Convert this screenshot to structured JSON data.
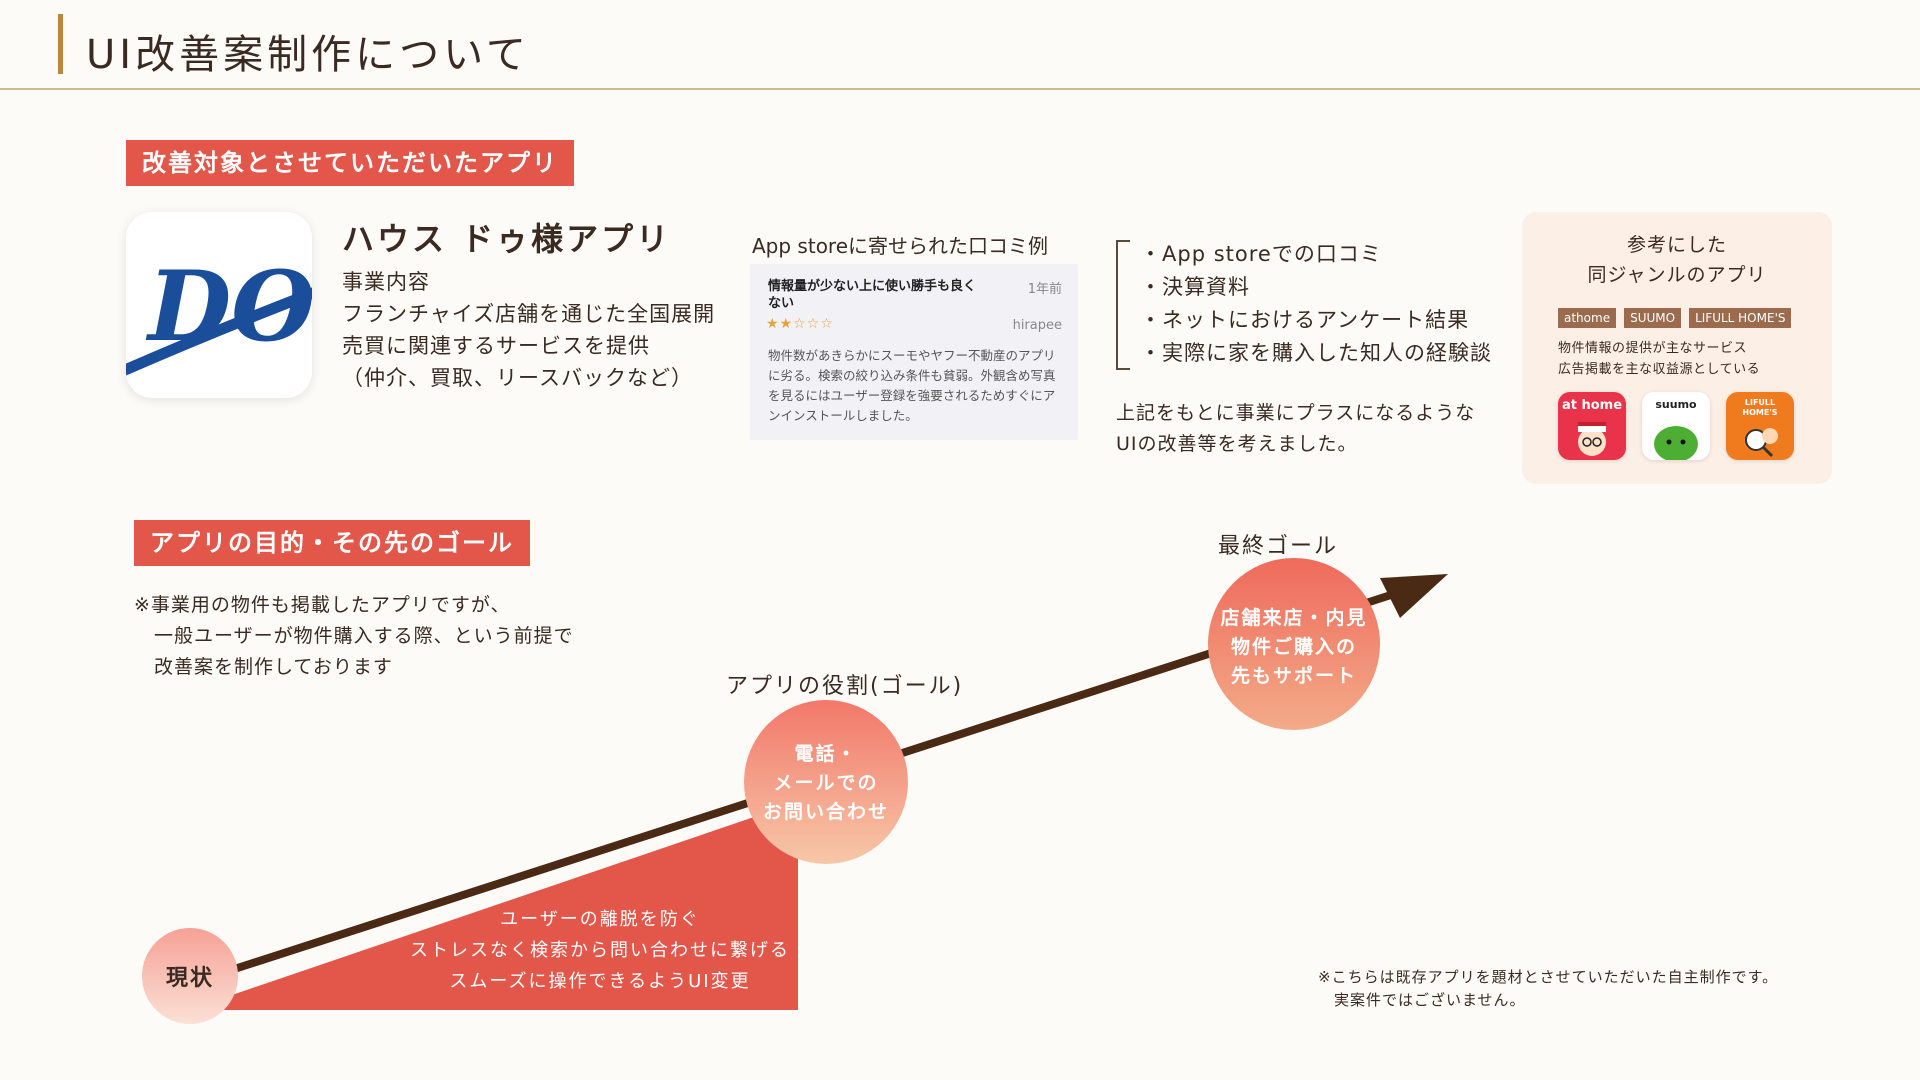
{
  "header": {
    "title": "UI改善案制作について"
  },
  "section1": {
    "label": "改善対象とさせていただいたアプリ",
    "icon_text": "DO",
    "app_name": "ハウス ドゥ様アプリ",
    "business_lines": [
      "事業内容",
      "フランチャイズ店舗を通じた全国展開",
      "売買に関連するサービスを提供",
      "（仲介、買取、リースバックなど）"
    ]
  },
  "review": {
    "caption": "App storeに寄せられた口コミ例",
    "title": "情報量が少ない上に使い勝手も良くない",
    "date": "1年前",
    "stars": "★★☆☆☆",
    "rating": 2,
    "user": "hirapee",
    "body": "物件数があきらかにスーモやヤフー不動産のアプリに劣る。検索の絞り込み条件も貧弱。外観含め写真を見るにはユーザー登録を強要されるためすぐにアンインストールしました。"
  },
  "sources": {
    "items": [
      "・App storeでの口コミ",
      "・決算資料",
      "・ネットにおけるアンケート結果",
      "・実際に家を購入した知人の経験談"
    ],
    "note": [
      "上記をもとに事業にプラスになるような",
      "UIの改善等を考えました。"
    ]
  },
  "reference": {
    "heading": [
      "参考にした",
      "同ジャンルのアプリ"
    ],
    "tags": [
      "athome",
      "SUUMO",
      "LIFULL HOME'S"
    ],
    "desc": [
      "物件情報の提供が主なサービス",
      "広告掲載を主な収益源としている"
    ],
    "icons": [
      {
        "label": "at home",
        "bg": "#e8334a",
        "fg": "#ffffff"
      },
      {
        "label": "suumo",
        "bg": "#ffffff",
        "fg": "#222222"
      },
      {
        "label": "LIFULL HOME'S",
        "bg": "#f07a1e",
        "fg": "#ffffff"
      }
    ]
  },
  "section2": {
    "label": "アプリの目的・その先のゴール",
    "note": [
      "※事業用の物件も掲載したアプリですが、",
      "　一般ユーザーが物件購入する際、という前提で",
      "　改善案を制作しております"
    ]
  },
  "diagram": {
    "current": "現状",
    "role_label": "アプリの役割(ゴール)",
    "role_circle": [
      "電話・",
      "メールでの",
      "お問い合わせ"
    ],
    "final_label": "最終ゴール",
    "final_circle": [
      "店舗来店・内見",
      "物件ご購入の",
      "先もサポート"
    ],
    "support_text": [
      "ユーザーの離脱を防ぐ",
      "ストレスなく検索から問い合わせに繋げる",
      "スムーズに操作できるようUI変更"
    ]
  },
  "footnote": [
    "※こちらは既存アプリを題材とさせていただいた自主制作です。",
    "　実案件ではございません。"
  ],
  "colors": {
    "accent_red": "#e3564a",
    "gold": "#b8893d",
    "arrow_brown": "#4a2a14"
  }
}
